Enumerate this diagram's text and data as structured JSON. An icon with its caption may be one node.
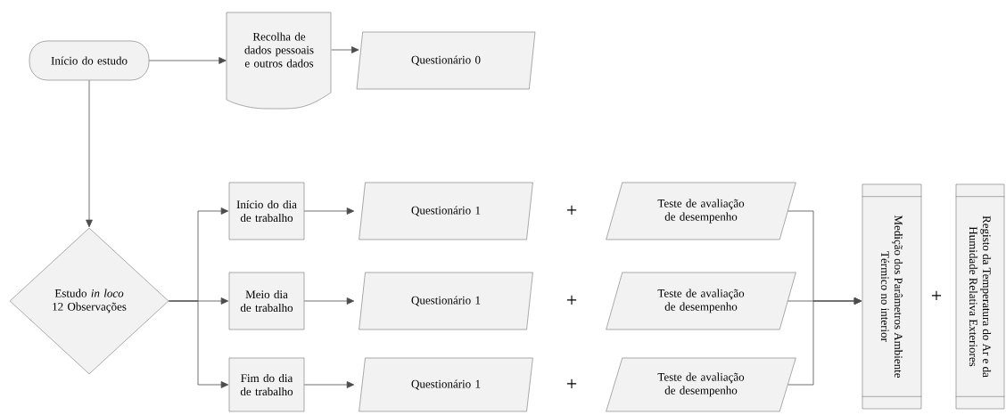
{
  "diagram": {
    "nodes": [
      {
        "text": [
          "Início do estudo"
        ]
      },
      {
        "text": [
          "Recolha de dados pessoais e outros dados"
        ]
      },
      {
        "text": [
          "Questionário 0"
        ]
      },
      {
        "text": [
          "Estudo *in loco* 12 Observações"
        ]
      },
      {
        "text": [
          "Início do dia de trabalho"
        ]
      },
      {
        "text": [
          "Meio dia de trabalho"
        ]
      },
      {
        "text": [
          "Fim do dia de trabalho"
        ]
      },
      {
        "text": [
          "Questionário 1"
        ]
      },
      {
        "text": [
          "Questionário 1"
        ]
      },
      {
        "text": [
          "Questionário 1"
        ]
      },
      {
        "text": [
          "Teste de avaliação de desempenho"
        ]
      },
      {
        "text": [
          "Teste de avaliação de desempenho"
        ]
      },
      {
        "text": [
          "Teste de avaliação de desempenho"
        ]
      },
      {
        "text": [
          "Medição dos Parâmetros Ambiente Térmico no interior"
        ]
      },
      {
        "text": [
          "Registo da Temperatura do Ar e da Humidade Relativa Exteriores"
        ]
      }
    ],
    "edges": [
      {
        "from": 0,
        "to": 1,
        "arrow": "to"
      },
      {
        "from": 1,
        "to": 2,
        "arrow": "to"
      },
      {
        "from": 0,
        "to": 3,
        "arrow": "to"
      },
      {
        "from": 3,
        "to": 4,
        "arrow": "to"
      },
      {
        "from": 3,
        "to": 5,
        "arrow": "to"
      },
      {
        "from": 3,
        "to": 6,
        "arrow": "to"
      },
      {
        "from": 4,
        "to": 7,
        "arrow": "to"
      },
      {
        "from": 5,
        "to": 8,
        "arrow": "to"
      },
      {
        "from": 6,
        "to": 9,
        "arrow": "to"
      },
      {
        "from": 10,
        "to": 13,
        "arrow": "to"
      },
      {
        "from": 11,
        "to": 13,
        "arrow": "to"
      },
      {
        "from": 12,
        "to": 13,
        "arrow": "to"
      }
    ],
    "labels": [
      "+",
      "+",
      "+",
      "+"
    ]
  }
}
